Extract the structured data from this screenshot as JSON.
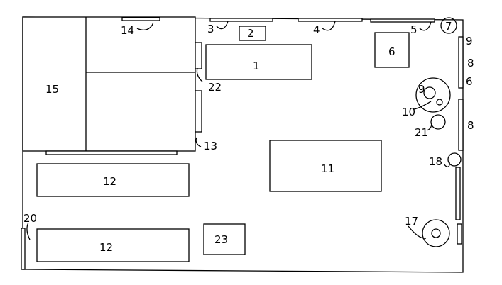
{
  "labels": {
    "l1": "1",
    "l2": "2",
    "l3": "3",
    "l4": "4",
    "l5": "5",
    "l6": "6",
    "l7": "7",
    "l8a": "8",
    "l8b": "8",
    "l9a": "9",
    "l9b": "9",
    "l10": "10",
    "l11": "11",
    "l12a": "12",
    "l12b": "12",
    "l13": "13",
    "l14": "14",
    "l15": "15",
    "l16": "6",
    "l17": "17",
    "l18": "18",
    "l20": "20",
    "l21": "21",
    "l22": "22",
    "l23": "23"
  }
}
